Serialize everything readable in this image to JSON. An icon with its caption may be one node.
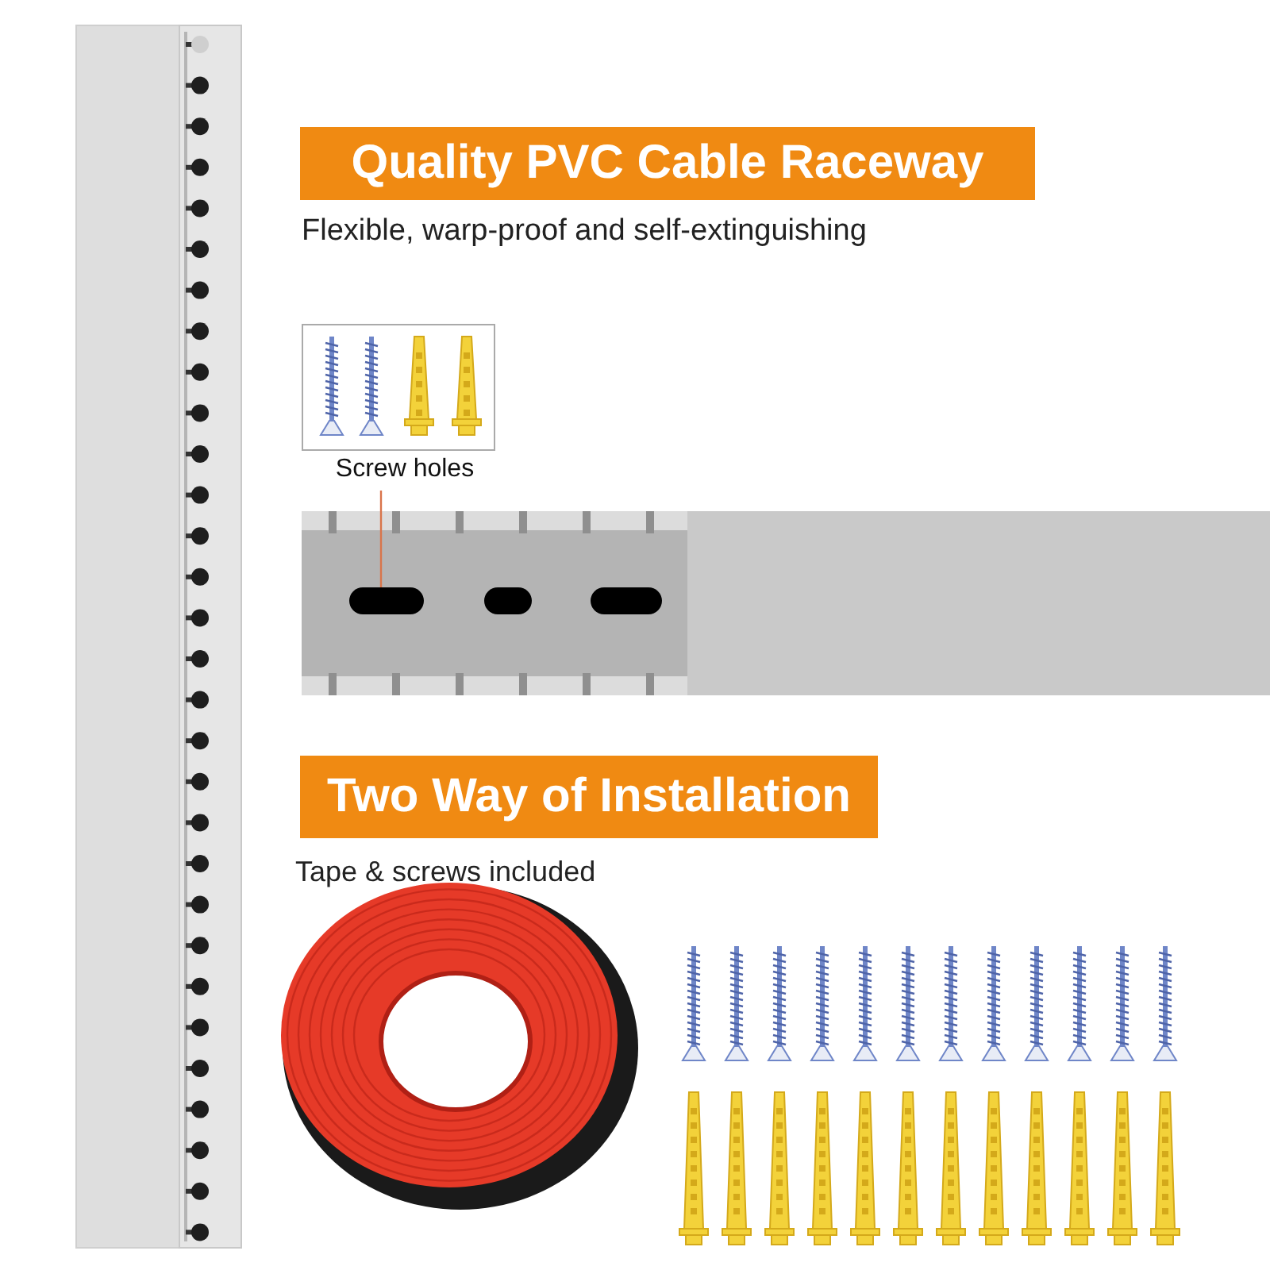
{
  "diagram": {
    "nodes": [
      {
        "text": [
          "Quality PVC Cable Raceway"
        ]
      },
      {
        "text": [
          "Screw holes"
        ]
      },
      {
        "text": [],
        "shape": "box"
      },
      {
        "text": [
          "Two Way of Installation"
        ]
      }
    ],
    "edges": [
      {
        "from": 1,
        "to": 2,
        "arrow": "none"
      }
    ],
    "labels": [
      "Flexible, warp-proof and self-extinguishing",
      "Tape & screws included"
    ]
  }
}
